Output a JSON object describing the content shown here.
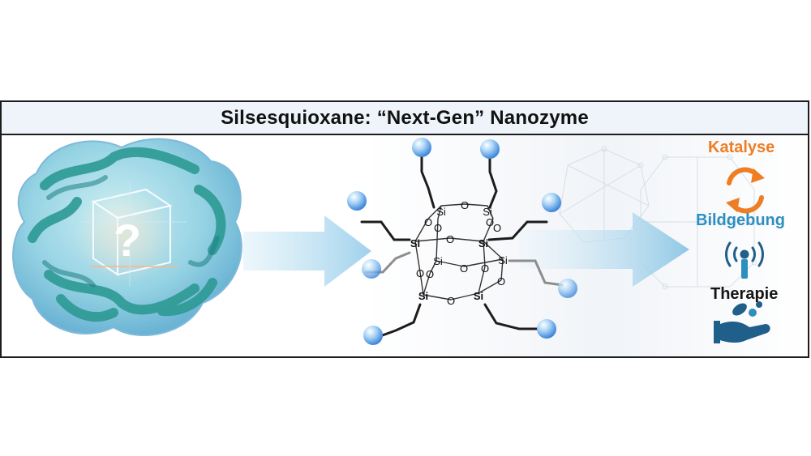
{
  "title": "Silsesquioxane: “Next-Gen” Nanozyme",
  "mystery_symbol": "?",
  "applications": [
    {
      "label": "Katalyse",
      "icon": "refresh-cycle-icon",
      "color": "#ef7d23"
    },
    {
      "label": "Bildgebung",
      "icon": "antenna-signal-icon",
      "color": "#2d8fc0"
    },
    {
      "label": "Therapie",
      "icon": "hand-with-pills-icon",
      "color": "#151515"
    }
  ],
  "molecule": {
    "silicon_label": "Si",
    "oxygen_label": "O",
    "silicon_atoms": [
      "Si",
      "Si",
      "Si",
      "Si",
      "Si",
      "Si",
      "Si",
      "Si"
    ],
    "oxygen_atoms": [
      "O",
      "O",
      "O",
      "O",
      "O",
      "O",
      "O",
      "O",
      "O",
      "O",
      "O",
      "O"
    ]
  },
  "colors": {
    "frame": "#1d1d1d",
    "title_bg": "#eef4fa",
    "arrow": "#b4dbef",
    "blob_teal": "#2d9a94",
    "bead": "#6fb1ea",
    "katalyse": "#ef7d23",
    "bildgebung": "#2d8fc0",
    "therapie": "#1f5f8a"
  }
}
